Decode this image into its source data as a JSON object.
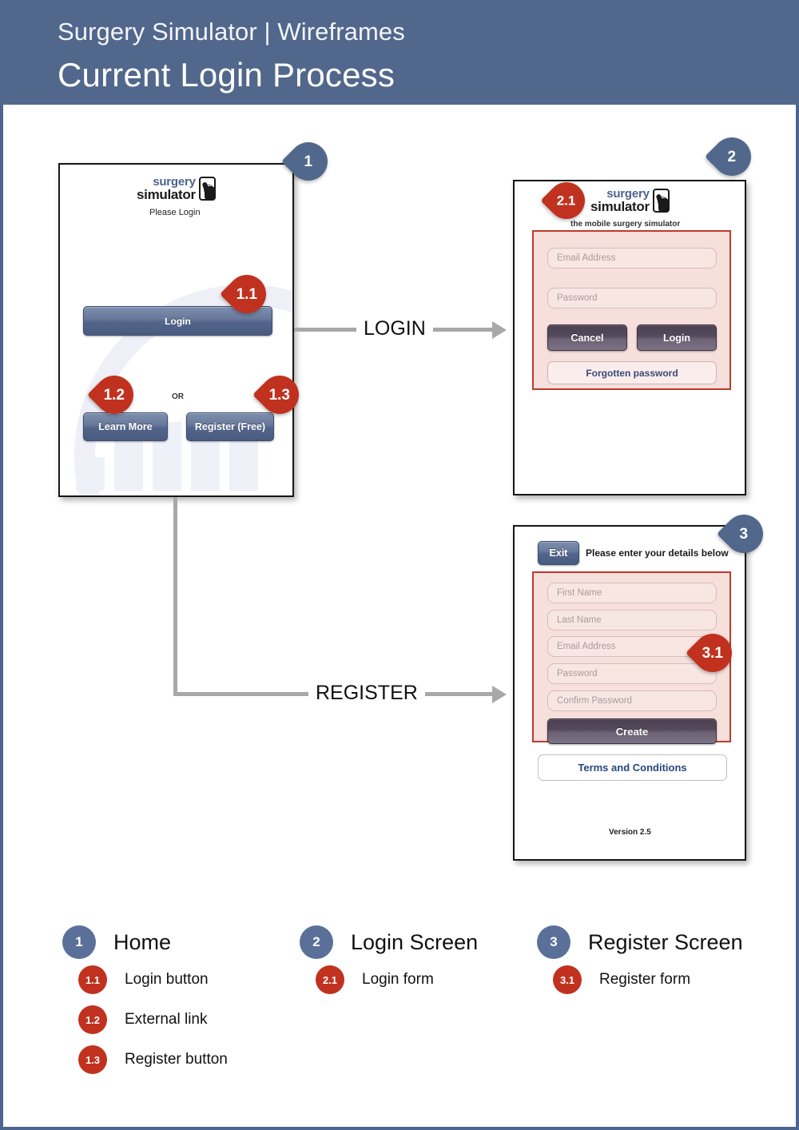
{
  "header": {
    "subtitle": "Surgery Simulator | Wireframes",
    "title": "Current Login Process",
    "background_color": "#52678c"
  },
  "colors": {
    "header_blue": "#52678c",
    "pin_blue": "#52678c",
    "pin_red": "#c0321f",
    "form_highlight_fill": "#f7dfdc",
    "form_highlight_border": "#c0392b",
    "connector_grey": "#a8a8a8",
    "logo_blue": "#4e6490"
  },
  "logo": {
    "word_top": "surgery",
    "word_bottom": "simulator",
    "icon": "phone-touch-icon"
  },
  "screens": [
    {
      "id": "1",
      "name": "home-screen",
      "pin": "1",
      "please_login": "Please Login",
      "login_button": "Login",
      "or_label": "OR",
      "learn_more_button": "Learn More",
      "register_button": "Register (Free)",
      "pins": [
        {
          "id": "1.1",
          "target": "login-button"
        },
        {
          "id": "1.2",
          "target": "learn-more-button"
        },
        {
          "id": "1.3",
          "target": "register-button"
        }
      ]
    },
    {
      "id": "2",
      "name": "login-screen",
      "pin": "2",
      "tagline": "the mobile surgery simulator",
      "form_pin": "2.1",
      "fields": [
        {
          "name": "email-field",
          "placeholder": "Email Address"
        },
        {
          "name": "password-field",
          "placeholder": "Password"
        }
      ],
      "cancel_button": "Cancel",
      "login_button": "Login",
      "forgotten_password_button": "Forgotten password"
    },
    {
      "id": "3",
      "name": "register-screen",
      "pin": "3",
      "exit_button": "Exit",
      "instruction": "Please enter your details below",
      "form_pin": "3.1",
      "fields": [
        {
          "name": "first-name-field",
          "placeholder": "First Name"
        },
        {
          "name": "last-name-field",
          "placeholder": "Last Name"
        },
        {
          "name": "email-field",
          "placeholder": "Email Address"
        },
        {
          "name": "password-field",
          "placeholder": "Password"
        },
        {
          "name": "confirm-password-field",
          "placeholder": "Confirm Password"
        }
      ],
      "create_button": "Create",
      "terms_button": "Terms and Conditions",
      "version": "Version 2.5"
    }
  ],
  "connectors": [
    {
      "name": "login-flow",
      "label": "LOGIN",
      "from": "1",
      "to": "2"
    },
    {
      "name": "register-flow",
      "label": "REGISTER",
      "from": "1",
      "to": "3"
    }
  ],
  "legend": [
    {
      "number": "1",
      "label": "Home",
      "items": [
        {
          "number": "1.1",
          "label": "Login button"
        },
        {
          "number": "1.2",
          "label": "External link"
        },
        {
          "number": "1.3",
          "label": "Register button"
        }
      ]
    },
    {
      "number": "2",
      "label": "Login Screen",
      "items": [
        {
          "number": "2.1",
          "label": "Login form"
        }
      ]
    },
    {
      "number": "3",
      "label": "Register Screen",
      "items": [
        {
          "number": "3.1",
          "label": "Register form"
        }
      ]
    }
  ]
}
